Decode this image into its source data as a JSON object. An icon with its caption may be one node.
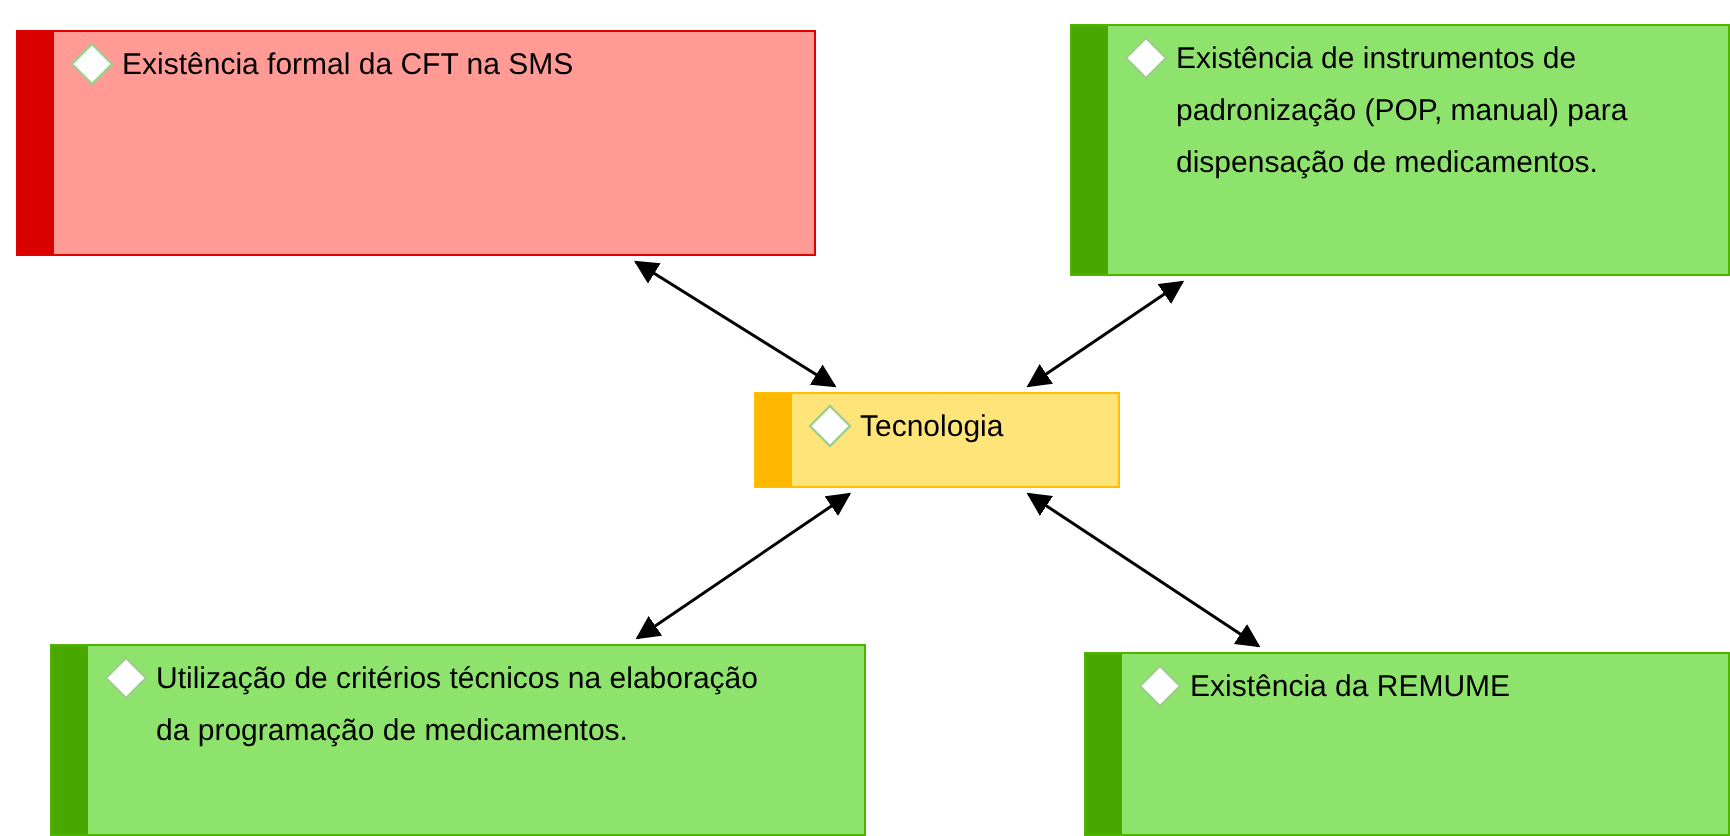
{
  "diagram": {
    "nodes": [
      {
        "text": [
          "Existência formal da CFT na SMS"
        ]
      },
      {
        "text": [
          "Existência de instrumentos de padronização (POP, manual) para dispensação de medicamentos."
        ]
      },
      {
        "text": [
          "Tecnologia"
        ]
      },
      {
        "text": [
          "Utilização de critérios técnicos na elaboração da programação de medicamentos."
        ]
      },
      {
        "text": [
          "Existência da REMUME"
        ]
      }
    ],
    "edges": [
      {
        "from": 0,
        "to": 2,
        "arrow": "both"
      },
      {
        "from": 1,
        "to": 2,
        "arrow": "both"
      },
      {
        "from": 2,
        "to": 3,
        "arrow": "both"
      },
      {
        "from": 2,
        "to": 4,
        "arrow": "both"
      }
    ]
  }
}
